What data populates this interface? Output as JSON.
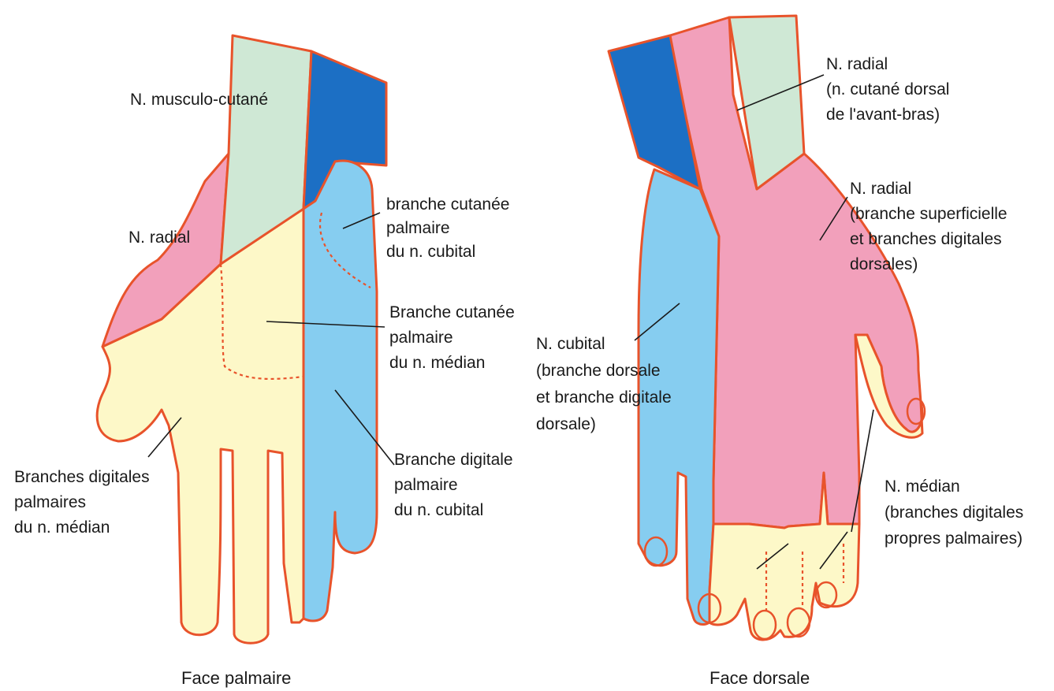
{
  "colors": {
    "outline": "#e8532b",
    "median": "#fdf8c8",
    "ulnar": "#86cdf0",
    "radial": "#f2a0bb",
    "musculocutaneous": "#cfe8d5",
    "medial_antebrachial": "#1c6fc4"
  },
  "palmar": {
    "caption": "Face palmaire",
    "musculocutane": [
      "N. musculo-cutané"
    ],
    "radial": [
      "N. radial"
    ],
    "cubital_cutaneous": [
      "branche cutanée",
      "palmaire",
      "du n. cubital"
    ],
    "median_cutaneous": [
      "Branche cutanée",
      "palmaire",
      "du n. médian"
    ],
    "median_digital": [
      "Branches digitales",
      "palmaires",
      "du n. médian"
    ],
    "cubital_digital": [
      "Branche digitale",
      "palmaire",
      "du n. cubital"
    ]
  },
  "dorsal": {
    "caption": "Face dorsale",
    "radial_forearm": [
      "N. radial",
      "(n. cutané dorsal",
      "de l'avant-bras)"
    ],
    "radial_superficial": [
      "N. radial",
      "(branche superficielle",
      "et branches digitales",
      "dorsales)"
    ],
    "cubital": [
      "N. cubital",
      "(branche dorsale",
      "et branche digitale",
      "dorsale)"
    ],
    "median": [
      "N. médian",
      "(branches digitales",
      "propres palmaires)"
    ]
  }
}
